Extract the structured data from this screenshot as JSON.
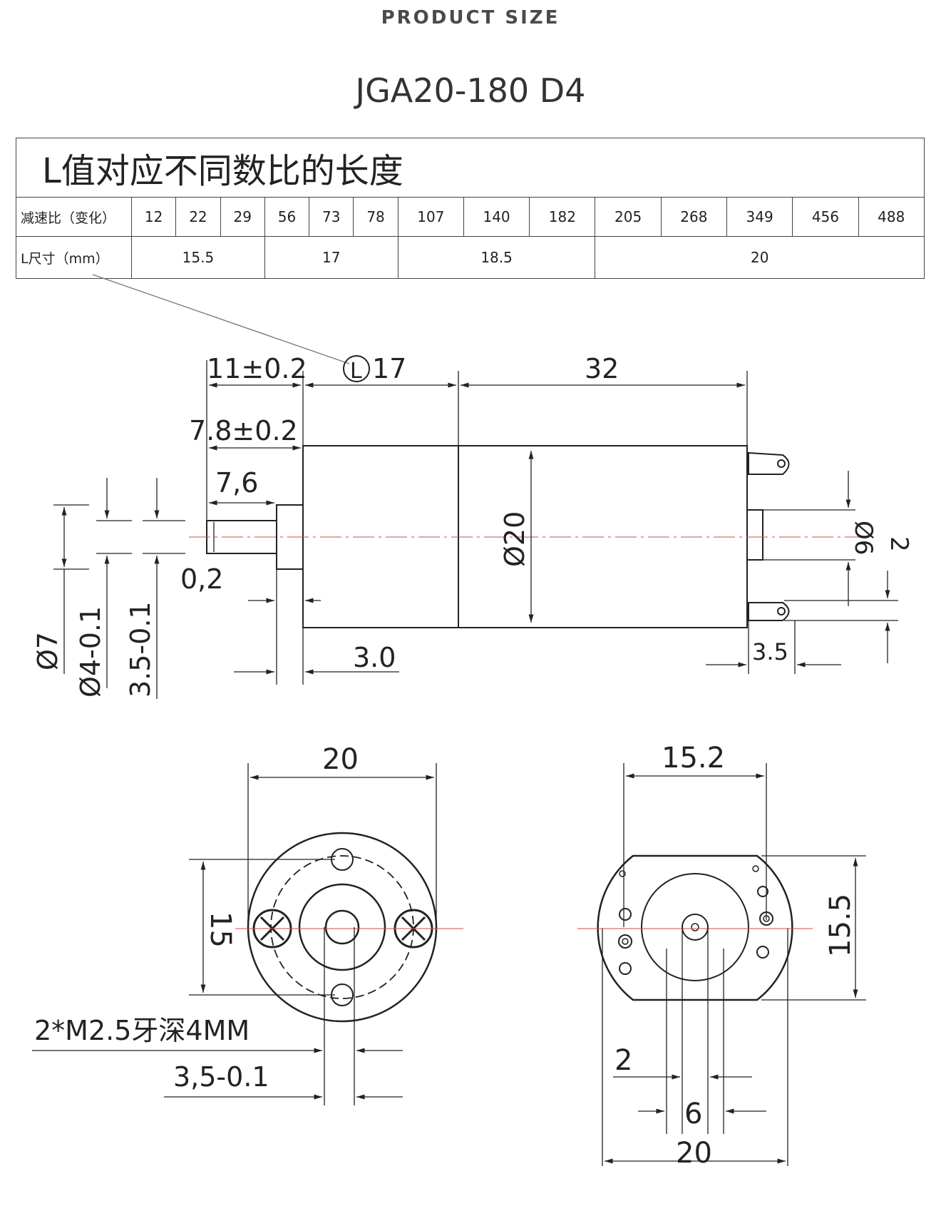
{
  "header": "PRODUCT SIZE",
  "model": "JGA20-180 D4",
  "table": {
    "caption": "L值对应不同数比的长度",
    "ratio_label": "减速比（变化）",
    "ratios": [
      "12",
      "22",
      "29",
      "56",
      "73",
      "78",
      "107",
      "140",
      "182",
      "205",
      "268",
      "349",
      "456",
      "488"
    ],
    "length_label": "L尺寸（mm）",
    "lengths": [
      {
        "value": "15.5"
      },
      {
        "value": "17"
      },
      {
        "value": "18.5"
      },
      {
        "value": "20"
      }
    ]
  },
  "side_view": {
    "dim_11": "11±0.2",
    "dim_L_symbol": "L",
    "dim_L": "17",
    "dim_32": "32",
    "dim_7_8": "7.8±0.2",
    "dim_7_6": "7,6",
    "dim_0_2": "0,2",
    "dim_3_0": "3.0",
    "dim_d20": "Ø20",
    "dim_d7": "Ø7",
    "dim_d4": "Ø4-0.1",
    "dim_3_5_flat": "3.5-0.1",
    "dim_d6": "Ø6",
    "dim_2": "2",
    "dim_3_5": "3.5"
  },
  "front_view": {
    "dim_20": "20",
    "dim_15": "15",
    "thread_note": "2*M2.5牙深4MM",
    "dim_3_5": "3,5-0.1"
  },
  "rear_view": {
    "dim_15_2": "15.2",
    "dim_15_5": "15.5",
    "dim_2": "2",
    "dim_6": "6",
    "dim_20": "20"
  }
}
